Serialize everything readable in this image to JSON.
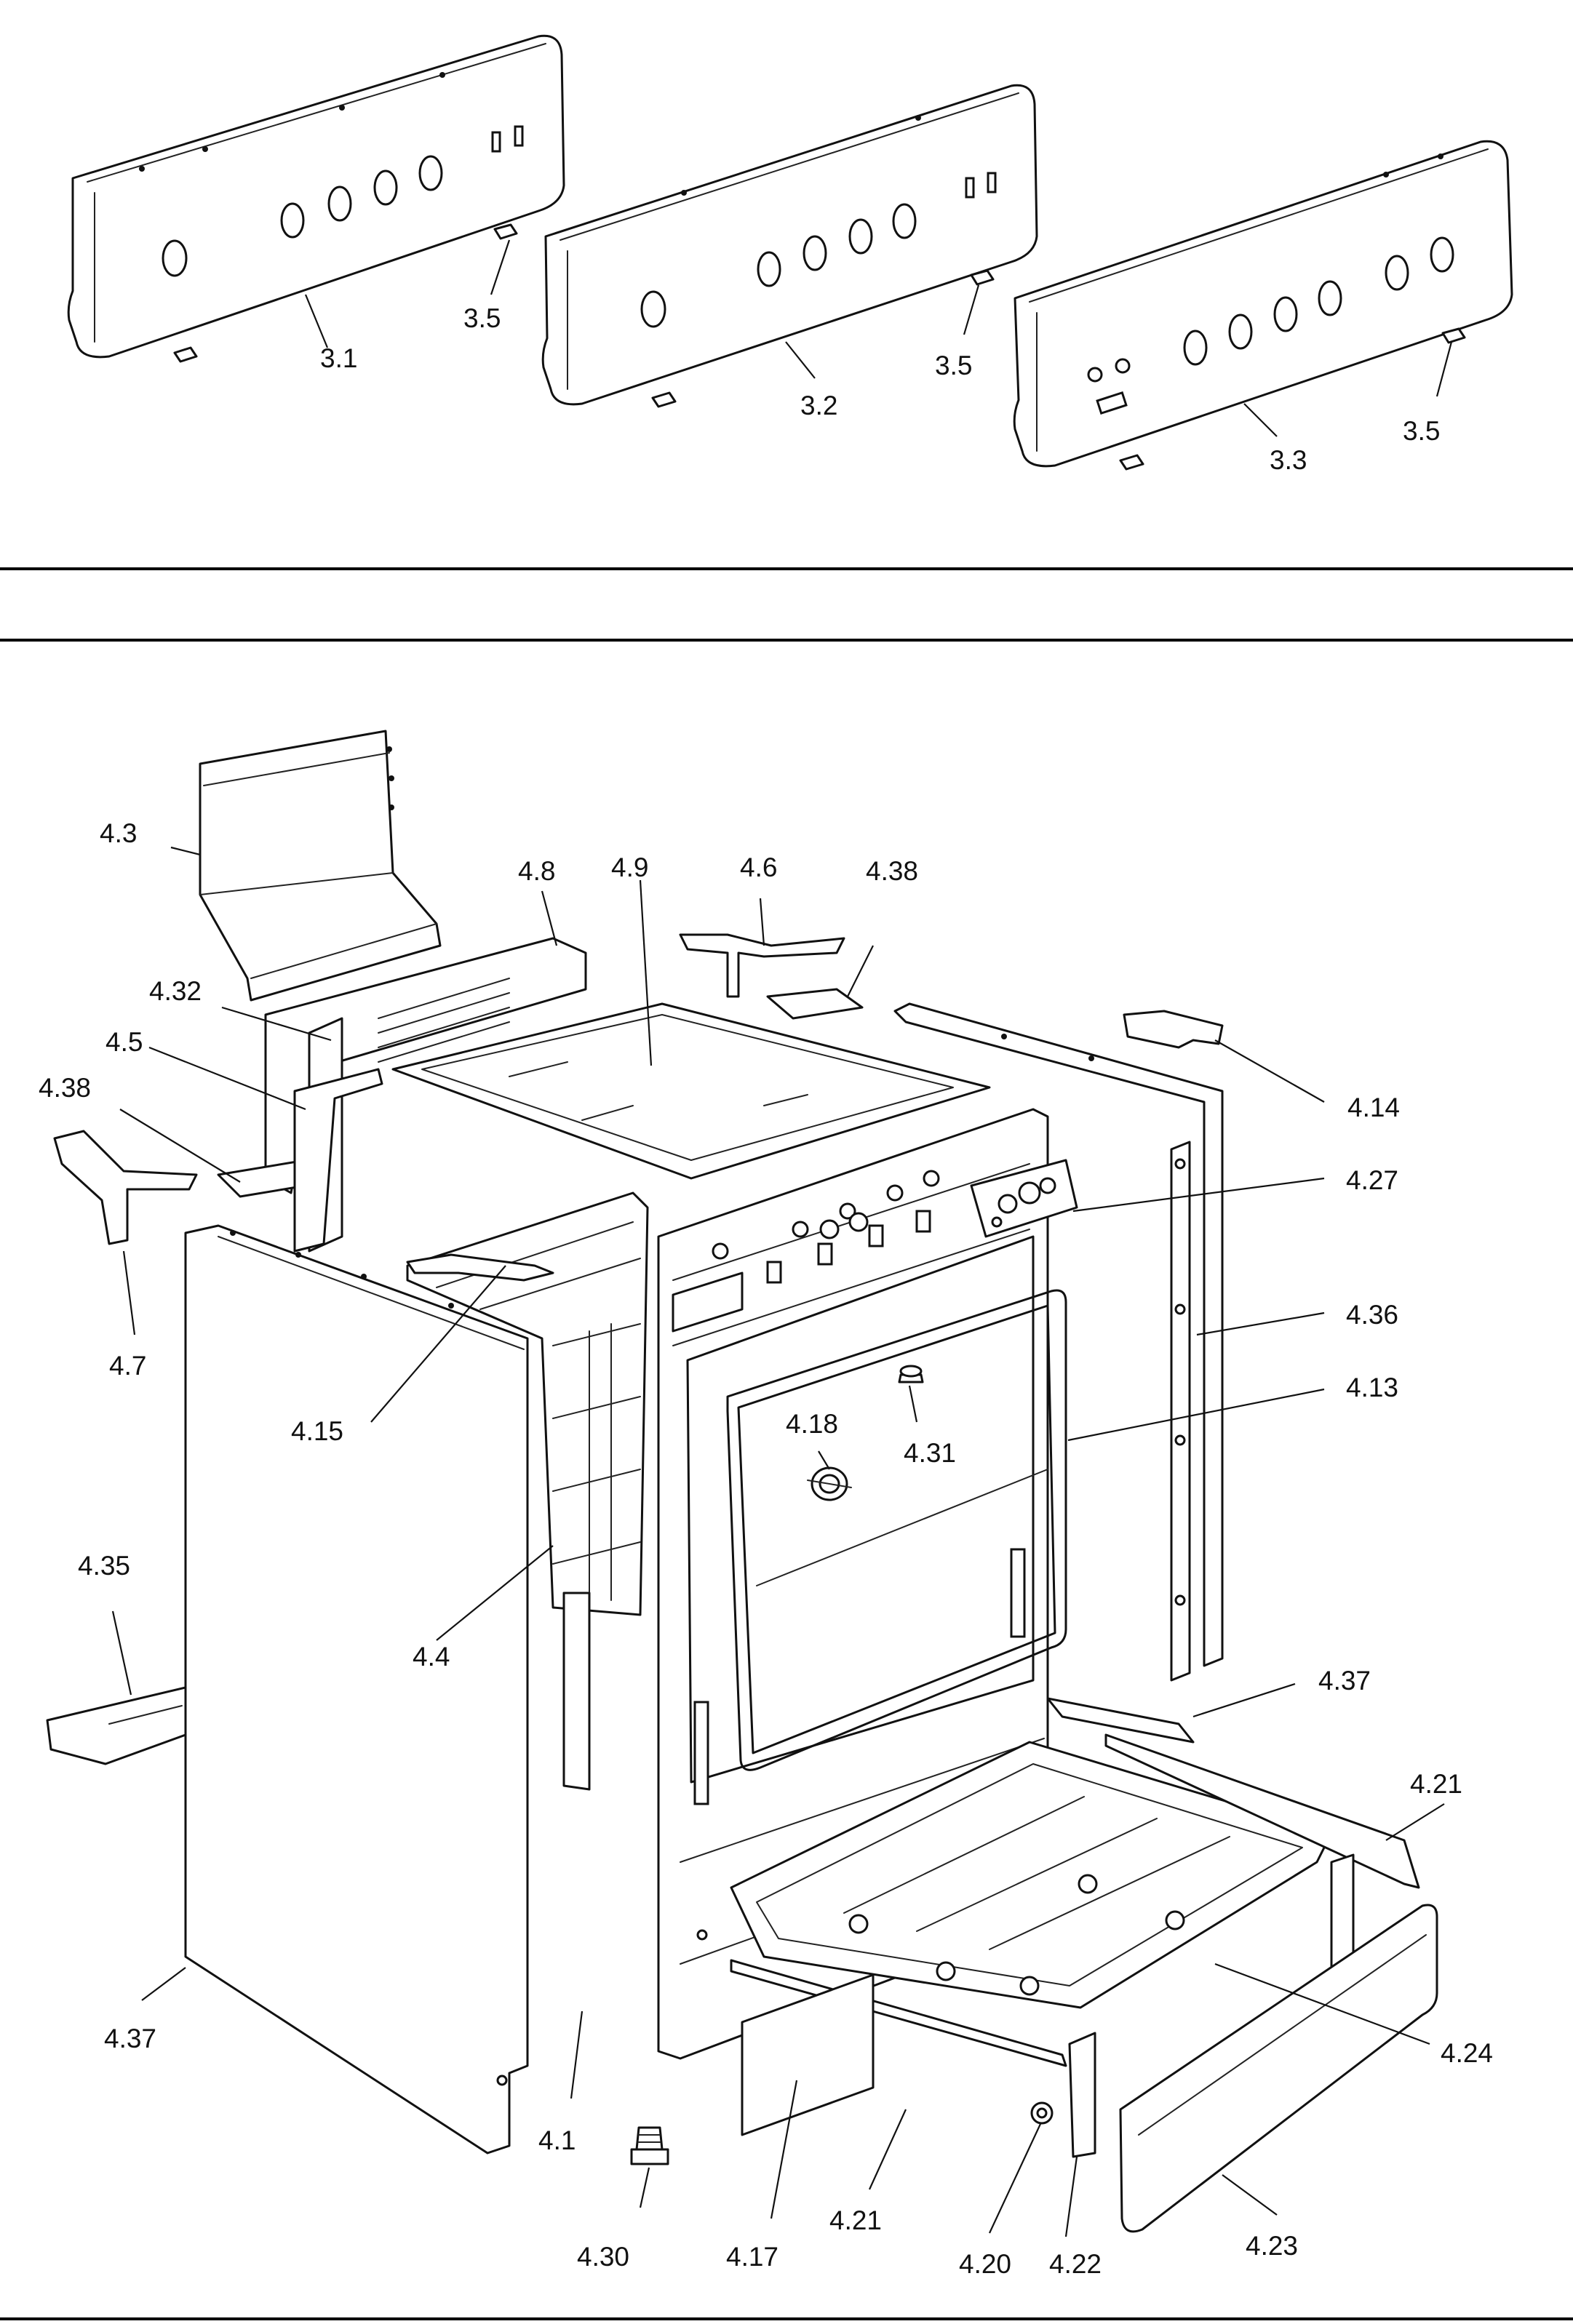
{
  "labels": {
    "l_3_1": "3.1",
    "l_3_2": "3.2",
    "l_3_3": "3.3",
    "l_3_5a": "3.5",
    "l_3_5b": "3.5",
    "l_3_5c": "3.5",
    "l_4_3": "4.3",
    "l_4_8": "4.8",
    "l_4_9": "4.9",
    "l_4_6": "4.6",
    "l_4_38a": "4.38",
    "l_4_38b": "4.38",
    "l_4_32": "4.32",
    "l_4_5": "4.5",
    "l_4_14": "4.14",
    "l_4_27": "4.27",
    "l_4_7": "4.7",
    "l_4_15": "4.15",
    "l_4_36": "4.36",
    "l_4_13": "4.13",
    "l_4_18": "4.18",
    "l_4_31": "4.31",
    "l_4_35": "4.35",
    "l_4_4": "4.4",
    "l_4_37a": "4.37",
    "l_4_37b": "4.37",
    "l_4_21a": "4.21",
    "l_4_21b": "4.21",
    "l_4_24": "4.24",
    "l_4_1": "4.1",
    "l_4_30": "4.30",
    "l_4_17": "4.17",
    "l_4_20": "4.20",
    "l_4_22": "4.22",
    "l_4_23": "4.23"
  }
}
